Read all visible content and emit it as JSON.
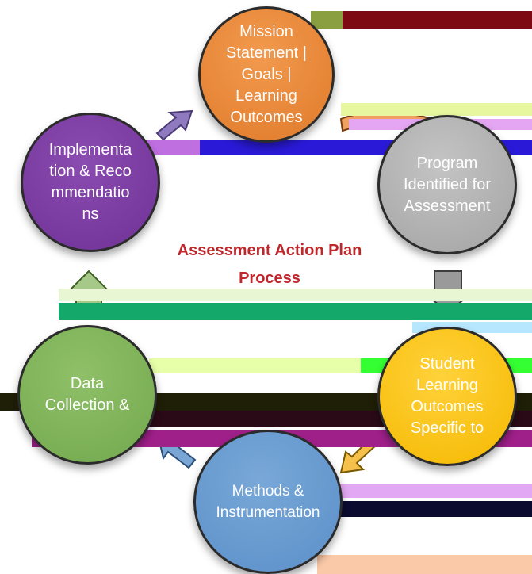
{
  "title": {
    "line1": "Assessment Action Plan",
    "line2": "Process"
  },
  "nodes": {
    "mission": "Mission Statement | Goals | Learning Outcomes",
    "program": "Program Identified for Assessment",
    "student": "Student Learning Outcomes Specific to",
    "methods": "Methods & Instrumentation",
    "data": "Data Collection &",
    "implementation": "Implementation & Recommendations"
  },
  "colors": {
    "mission": "#e07a2a",
    "program": "#a3a3a3",
    "student": "#f5b800",
    "methods": "#5a8fc8",
    "data": "#73a84d",
    "implementation": "#6f3195",
    "title": "#c0272d",
    "arrow": "#8a8ab0"
  }
}
